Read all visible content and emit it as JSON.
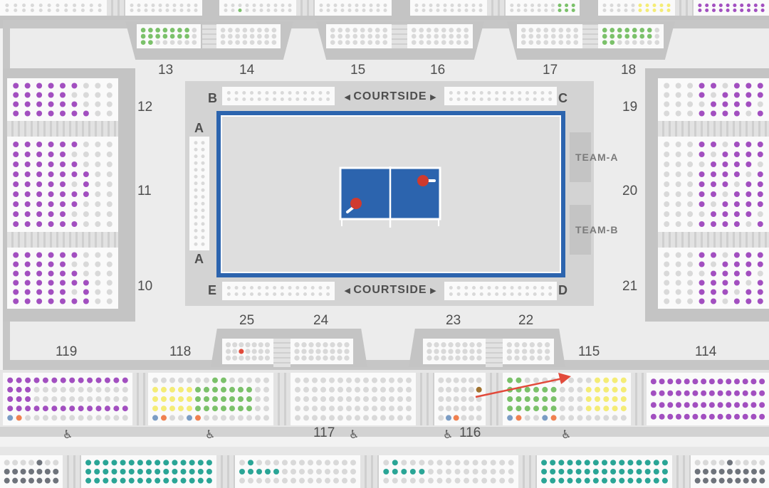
{
  "sections": {
    "s10": "10",
    "s11": "11",
    "s12": "12",
    "s13": "13",
    "s14": "14",
    "s15": "15",
    "s16": "16",
    "s17": "17",
    "s18": "18",
    "s19": "19",
    "s20": "20",
    "s21": "21",
    "s22": "22",
    "s23": "23",
    "s24": "24",
    "s25": "25",
    "s114": "114",
    "s115": "115",
    "s116": "116",
    "s117": "117",
    "s118": "118",
    "s119": "119"
  },
  "courtside": {
    "top_label": "COURTSIDE",
    "bottom_label": "COURTSIDE",
    "letters": {
      "a_top": "A",
      "a_bottom": "A",
      "b": "B",
      "c": "C",
      "d": "D",
      "e": "E"
    }
  },
  "benches": {
    "team_a": "TEAM-A",
    "team_b": "TEAM-B"
  },
  "icons": {
    "wheelchair": "wheelchair-icon",
    "arrow_left": "arrow-left-icon",
    "arrow_right": "arrow-right-icon",
    "paddle": "paddle-icon",
    "pointer": "pointer-arrow-icon"
  },
  "wheelchair_glyph": "♿",
  "colors": {
    "purple": "#a24fc0",
    "green": "#7bc16a",
    "yellow": "#f4ec76",
    "teal": "#2aa596",
    "grey_seat": "#d9d9d9",
    "dark_seat": "#6e737b",
    "orange": "#ef8050",
    "blue_seat": "#7a9cc4",
    "court_blue": "#2c64ae",
    "paddle_red": "#cf3a2e",
    "pointer_red": "#e24a3b",
    "red_seat": "#e04a3a",
    "brown_seat": "#a0722e"
  }
}
